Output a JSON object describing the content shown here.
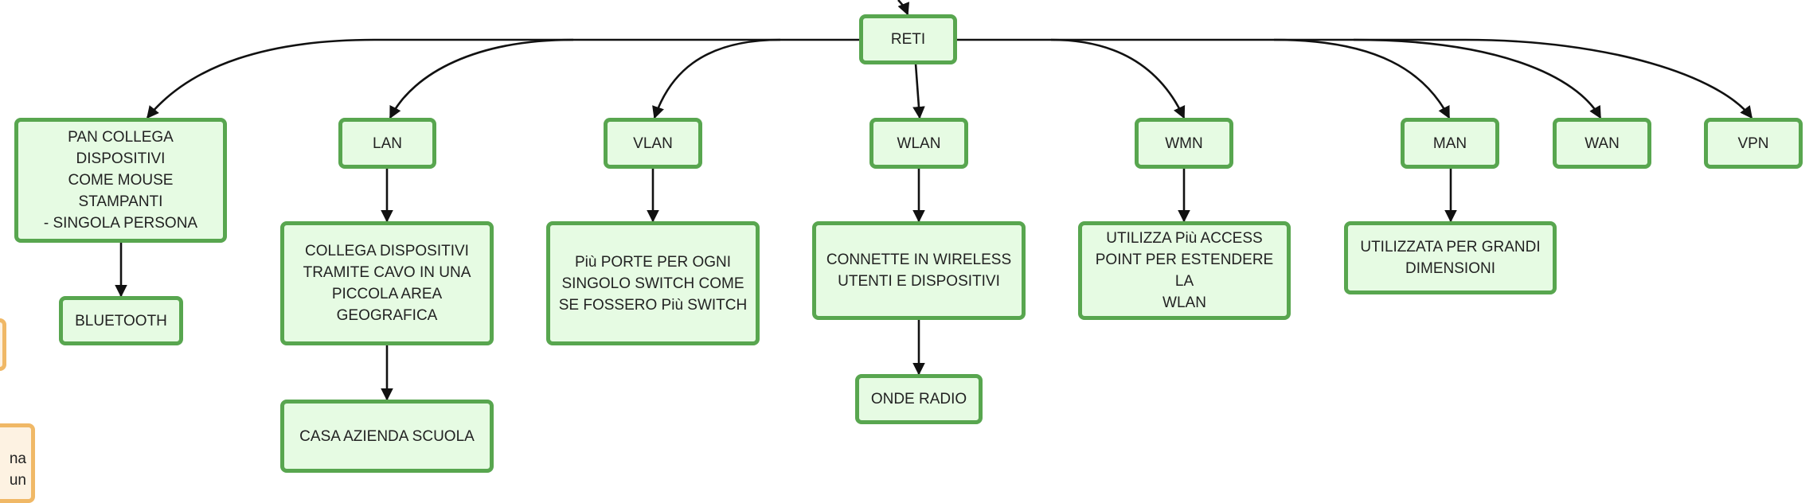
{
  "colors": {
    "node_fill": "#e6fbe3",
    "node_border": "#58a64f",
    "side_fill": "#fdf2e2",
    "side_border": "#f0b866",
    "line": "#111111"
  },
  "nodes": {
    "reti": "RETI",
    "pan": "PAN  COLLEGA  DISPOSITIVI\nCOME MOUSE STAMPANTI\n-  SINGOLA PERSONA",
    "bluetooth": "BLUETOOTH",
    "lan": "LAN",
    "lan_desc": "COLLEGA DISPOSITIVI\nTRAMITE CAVO IN UNA\nPICCOLA AREA\nGEOGRAFICA",
    "lan_examples": "CASA AZIENDA SCUOLA",
    "vlan": "VLAN",
    "vlan_desc": "Più PORTE PER OGNI\nSINGOLO SWITCH  COME\nSE FOSSERO  Più SWITCH",
    "wlan": "WLAN",
    "wlan_desc": "CONNETTE  IN WIRELESS\nUTENTI E DISPOSITIVI",
    "wlan_examples": "ONDE RADIO",
    "wmn": "WMN",
    "wmn_desc": "UTILIZZA Più ACCESS\nPOINT PER ESTENDERE LA\nWLAN",
    "man": "MAN",
    "man_desc": "UTILIZZATA PER GRANDI\nDIMENSIONI",
    "wan": "WAN",
    "vpn": "VPN"
  },
  "side_note_fragment": "na\nun"
}
